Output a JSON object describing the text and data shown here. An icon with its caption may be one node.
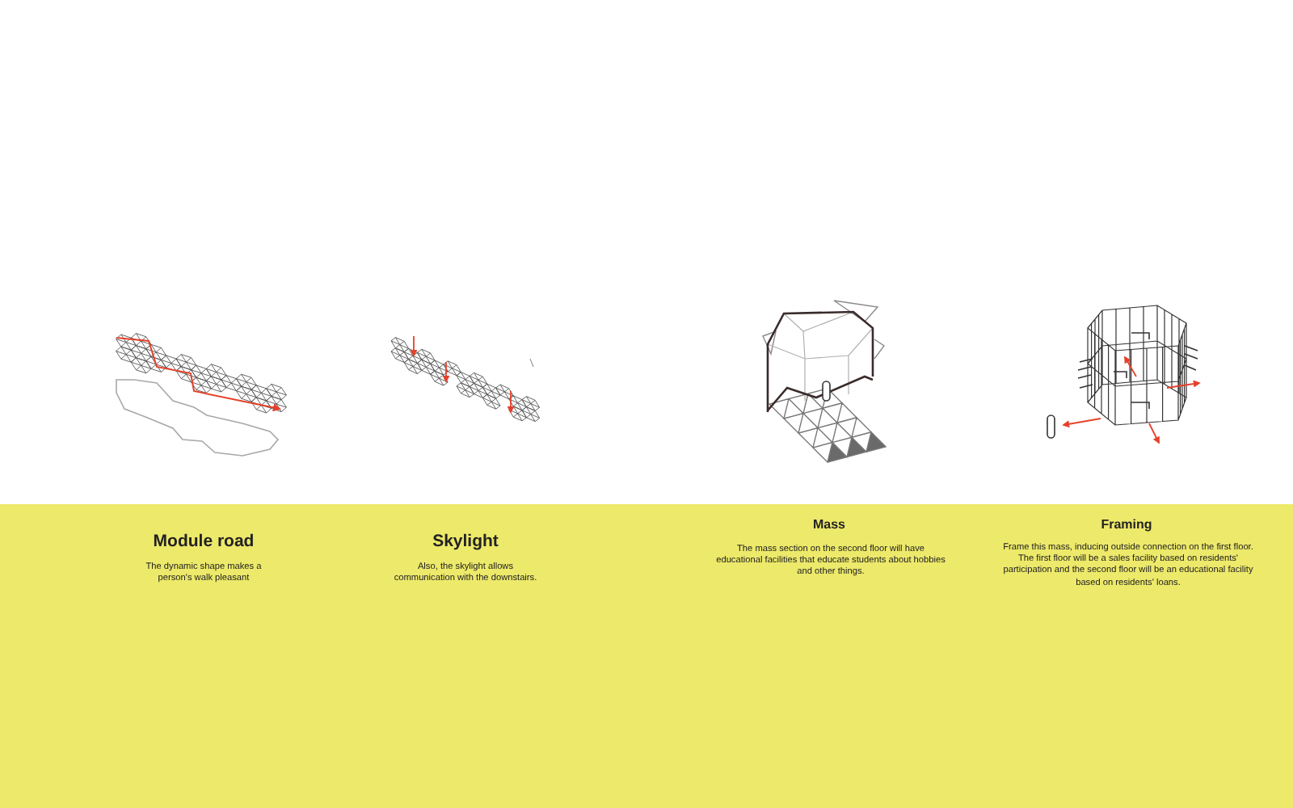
{
  "diagram": {
    "labels": [
      "Module road",
      "The dynamic shape makes a person's walk pleasant",
      "Skylight",
      "Also, the skylight allows communication with the downstairs.",
      "Mass",
      "The mass section on the second floor will have educational facilities that educate students about hobbies and other things.",
      "Framing",
      "Frame this mass, inducing outside connection on the first floor. The first floor will be a sales facility based on residents' participation and the second floor will be an educational facility based on residents' loans."
    ]
  }
}
